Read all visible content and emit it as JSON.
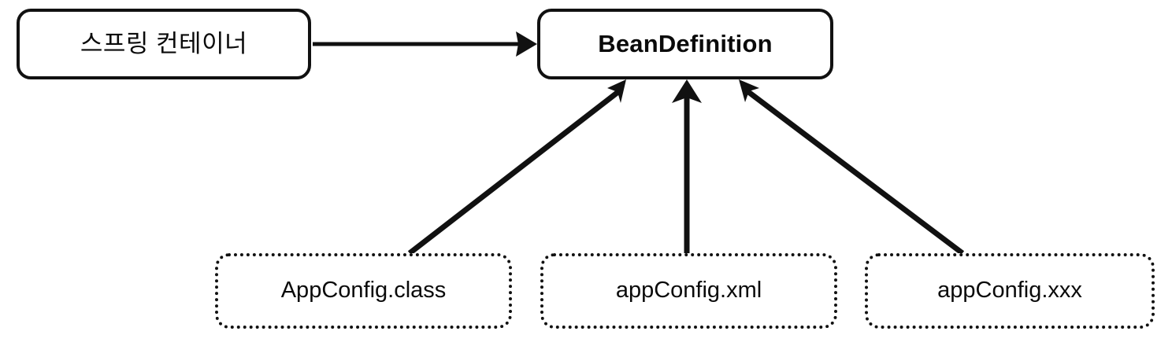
{
  "diagram": {
    "title_node": "BeanDefinition",
    "stroke_color": "#111111",
    "background_color": "#ffffff",
    "nodes": [
      {
        "id": "spring-container",
        "label": "스프링 컨테이너",
        "style": "solid",
        "bold": false
      },
      {
        "id": "bean-definition",
        "label": "BeanDefinition",
        "style": "solid",
        "bold": true
      },
      {
        "id": "appconfig-class",
        "label": "AppConfig.class",
        "style": "dotted",
        "bold": false
      },
      {
        "id": "appconfig-xml",
        "label": "appConfig.xml",
        "style": "dotted",
        "bold": false
      },
      {
        "id": "appconfig-xxx",
        "label": "appConfig.xxx",
        "style": "dotted",
        "bold": false
      }
    ],
    "edges": [
      {
        "id": "edge-container-to-beandefinition",
        "from": "spring-container",
        "to": "bean-definition",
        "label": "",
        "direction": "right"
      },
      {
        "id": "edge-class-to-beandefinition",
        "from": "appconfig-class",
        "to": "bean-definition",
        "label": "",
        "direction": "up-right"
      },
      {
        "id": "edge-xml-to-beandefinition",
        "from": "appconfig-xml",
        "to": "bean-definition",
        "label": "",
        "direction": "up"
      },
      {
        "id": "edge-xxx-to-beandefinition",
        "from": "appconfig-xxx",
        "to": "bean-definition",
        "label": "",
        "direction": "up-left"
      }
    ]
  }
}
